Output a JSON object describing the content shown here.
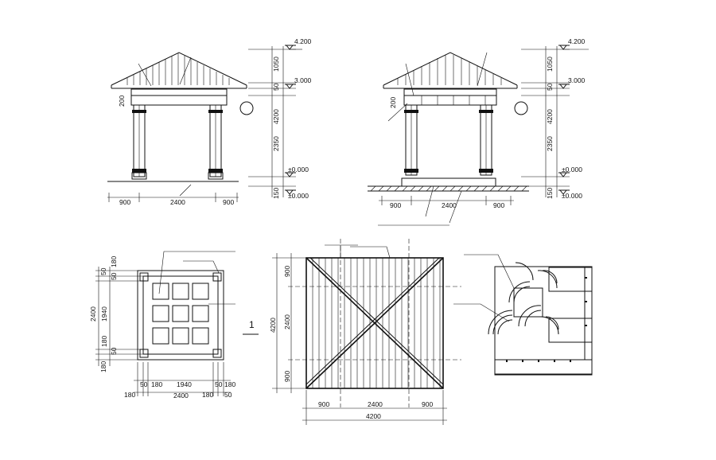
{
  "front_elevation": {
    "elev_top": "4.200",
    "elev_mid": "3.000",
    "elev_zero1": "±0.000",
    "elev_zero2": "±0.000",
    "dim_1050": "1050",
    "dim_50": "50",
    "dim_200": "200",
    "dim_4200": "4200",
    "dim_2350": "2350",
    "dim_150": "150",
    "dim_900a": "900",
    "dim_2400": "2400",
    "dim_900b": "900"
  },
  "side_elevation": {
    "elev_top": "4.200",
    "elev_mid": "3.000",
    "elev_zero1": "±0.000",
    "elev_zero2": "±0.000",
    "dim_1050": "1050",
    "dim_50": "50",
    "dim_200": "200",
    "dim_4200": "4200",
    "dim_2350": "2350",
    "dim_150": "150",
    "dim_900a": "900",
    "dim_2400": "2400",
    "dim_900b": "900"
  },
  "plan": {
    "dim_180_tl": "180",
    "dim_50_tl": "50",
    "dim_50_tl2": "50",
    "dim_2400_v": "2400",
    "dim_1940_v": "1940",
    "dim_180_lv": "180",
    "dim_50_lv": "50",
    "dim_180_lv2": "180",
    "dim_50_b1": "50",
    "dim_180_b1": "180",
    "dim_1940_h": "1940",
    "dim_50_b2": "50",
    "dim_180_b2": "180",
    "dim_180_bl": "180",
    "dim_2400_h": "2400",
    "dim_180_br": "180",
    "dim_50_br": "50",
    "section_mark": "1"
  },
  "roof_plan": {
    "dim_900_tv": "900",
    "dim_2400_v": "2400",
    "dim_4200_v": "4200",
    "dim_900_bv": "900",
    "dim_900_l": "900",
    "dim_2400_h": "2400",
    "dim_900_r": "900",
    "dim_4200_h": "4200"
  }
}
